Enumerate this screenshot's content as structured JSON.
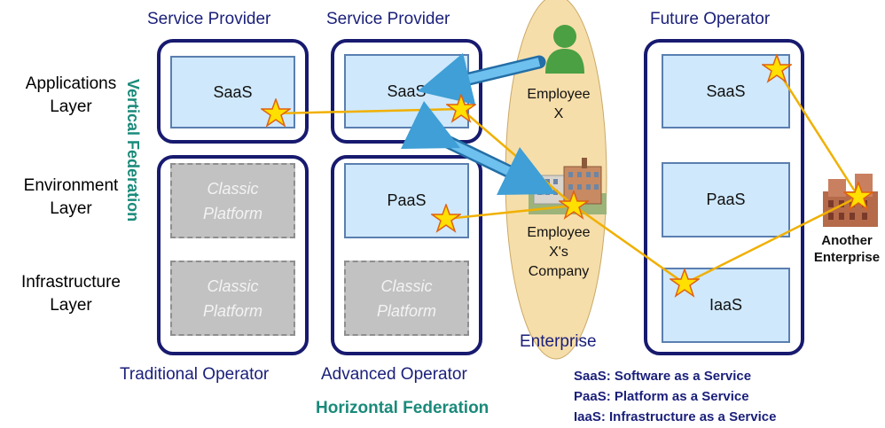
{
  "columns": {
    "col1_title": "Service Provider",
    "col2_title": "Service Provider",
    "col4_title": "Future Operator"
  },
  "layers": {
    "applications": [
      "Applications",
      "Layer"
    ],
    "environment": [
      "Environment",
      "Layer"
    ],
    "infrastructure": [
      "Infrastructure",
      "Layer"
    ]
  },
  "boxes": {
    "col1_saas": "SaaS",
    "col1_classic_env": [
      "Classic",
      "Platform"
    ],
    "col1_classic_infra": [
      "Classic",
      "Platform"
    ],
    "col2_saas": "SaaS",
    "col2_paas": "PaaS",
    "col2_classic_infra": [
      "Classic",
      "Platform"
    ],
    "col4_saas": "SaaS",
    "col4_paas": "PaaS",
    "col4_iaas": "IaaS"
  },
  "enterprise": {
    "employee": [
      "Employee",
      "X"
    ],
    "company": [
      "Employee",
      "X's",
      "Company"
    ],
    "label": "Enterprise"
  },
  "another_enterprise": [
    "Another",
    "Enterprise"
  ],
  "bottom": {
    "traditional": "Traditional Operator",
    "advanced": "Advanced Operator",
    "horizontal": "Horizontal Federation",
    "vertical": "Vertical Federation"
  },
  "legend": [
    "SaaS: Software as a Service",
    "PaaS: Platform as a Service",
    "IaaS: Infrastructure as a Service"
  ],
  "colors": {
    "frame": "#171a6e",
    "service_box": "#cfe8fb",
    "classic_box": "#c2c2c2",
    "enterprise_oval": "#f6deaa",
    "arrow": "#3f9fd6",
    "link_line": "#f0b000",
    "teal_label": "#1a8a7a"
  }
}
